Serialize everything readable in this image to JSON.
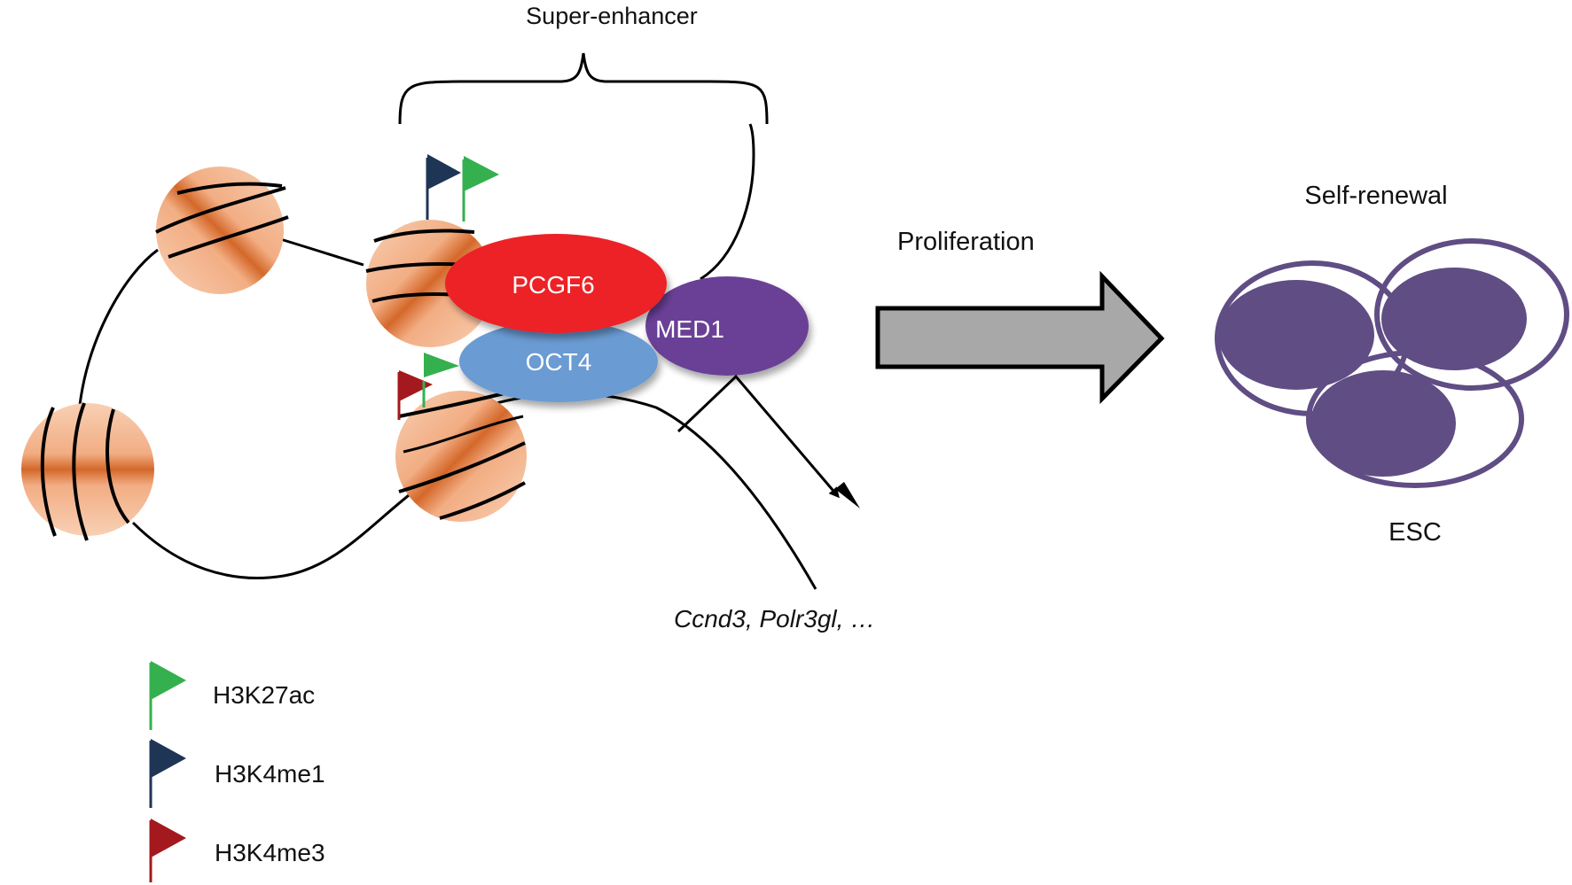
{
  "labels": {
    "super_enhancer": "Super-enhancer",
    "proliferation": "Proliferation",
    "self_renewal": "Self-renewal",
    "esc": "ESC",
    "target_genes": "Ccnd3, Polr3gl, …"
  },
  "proteins": {
    "pcgf6": "PCGF6",
    "oct4": "OCT4",
    "med1": "MED1"
  },
  "legend": [
    {
      "label": "H3K27ac",
      "color": "#34b04f"
    },
    {
      "label": "H3K4me1",
      "color": "#1e3556"
    },
    {
      "label": "H3K4me3",
      "color": "#a3191e"
    }
  ],
  "colors": {
    "pcgf6": "#ec2227",
    "oct4": "#6a9bd3",
    "med1": "#6b3f97",
    "esc": "#5f4d84",
    "arrow_fill": "#a8a8a8",
    "nucleosome_light": "#f6c3a1",
    "nucleosome_dark": "#d9722c"
  },
  "icons": [
    "h3k27ac-flag-icon",
    "h3k4me1-flag-icon",
    "h3k4me3-flag-icon",
    "proliferation-arrow-icon",
    "transcription-arrow-icon"
  ]
}
